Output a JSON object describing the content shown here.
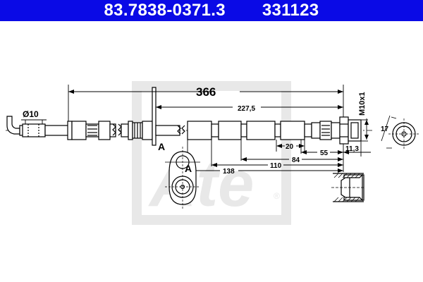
{
  "header": {
    "part_number": "83.7838-0371.3",
    "ref_number": "331123",
    "background": "#0a0ae6"
  },
  "drawing": {
    "dimensions": {
      "overall_length": "366",
      "length_from_bracket": "227,5",
      "d20": "20",
      "d55": "55",
      "d84": "84",
      "d110": "110",
      "d138": "138",
      "d11_3": "11,3",
      "diameter": "Ø10",
      "thread": "M10x1",
      "wrench_size": "17"
    },
    "section_labels": {
      "bracket_marker": "A",
      "detail_marker": "A"
    },
    "watermark": {
      "brand": "Ate",
      "registered": "®",
      "color": "#e6e6e6"
    }
  }
}
